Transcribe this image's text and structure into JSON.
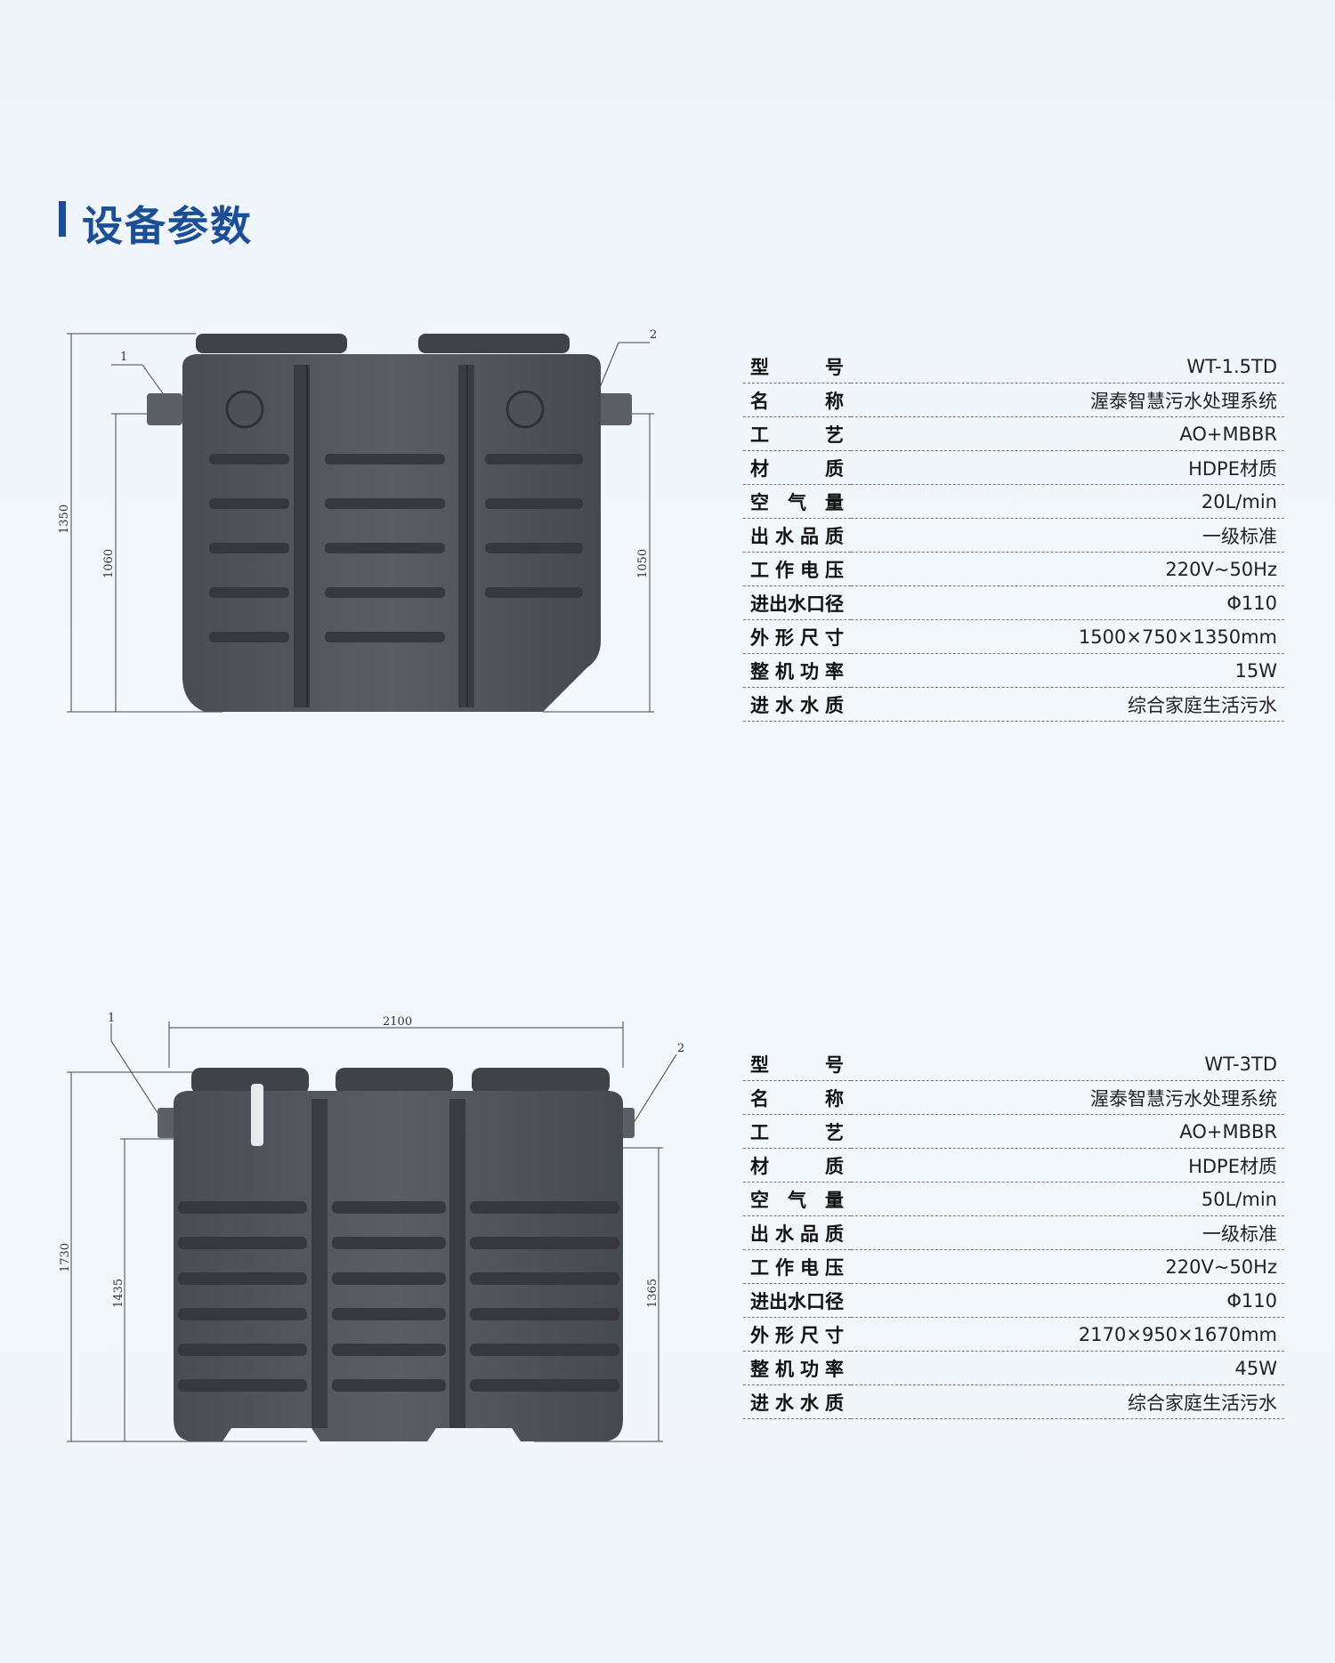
{
  "title": "设备参数",
  "products": [
    {
      "drawing": {
        "labels": [
          "1",
          "2"
        ],
        "dimensions": [
          "1350",
          "1060",
          "1050"
        ]
      },
      "specs": [
        {
          "key": "型号",
          "value": "WT-1.5TD"
        },
        {
          "key": "名称",
          "value": "渥泰智慧污水处理系统"
        },
        {
          "key": "工艺",
          "value": "AO+MBBR"
        },
        {
          "key": "材质",
          "value": "HDPE材质"
        },
        {
          "key": "空气量",
          "value": "20L/min"
        },
        {
          "key": "出水品质",
          "value": "一级标准"
        },
        {
          "key": "工作电压",
          "value": "220V~50Hz"
        },
        {
          "key": "进出水口径",
          "value": "Φ110"
        },
        {
          "key": "外形尺寸",
          "value": "1500×750×1350mm"
        },
        {
          "key": "整机功率",
          "value": "15W"
        },
        {
          "key": "进水水质",
          "value": "综合家庭生活污水"
        }
      ]
    },
    {
      "drawing": {
        "labels": [
          "1",
          "2"
        ],
        "dimensions": [
          "2100",
          "1730",
          "1435",
          "1365"
        ]
      },
      "specs": [
        {
          "key": "型号",
          "value": "WT-3TD"
        },
        {
          "key": "名称",
          "value": "渥泰智慧污水处理系统"
        },
        {
          "key": "工艺",
          "value": "AO+MBBR"
        },
        {
          "key": "材质",
          "value": "HDPE材质"
        },
        {
          "key": "空气量",
          "value": "50L/min"
        },
        {
          "key": "出水品质",
          "value": "一级标准"
        },
        {
          "key": "工作电压",
          "value": "220V~50Hz"
        },
        {
          "key": "进出水口径",
          "value": "Φ110"
        },
        {
          "key": "外形尺寸",
          "value": "2170×950×1670mm"
        },
        {
          "key": "整机功率",
          "value": "45W"
        },
        {
          "key": "进水水质",
          "value": "综合家庭生活污水"
        }
      ]
    }
  ]
}
